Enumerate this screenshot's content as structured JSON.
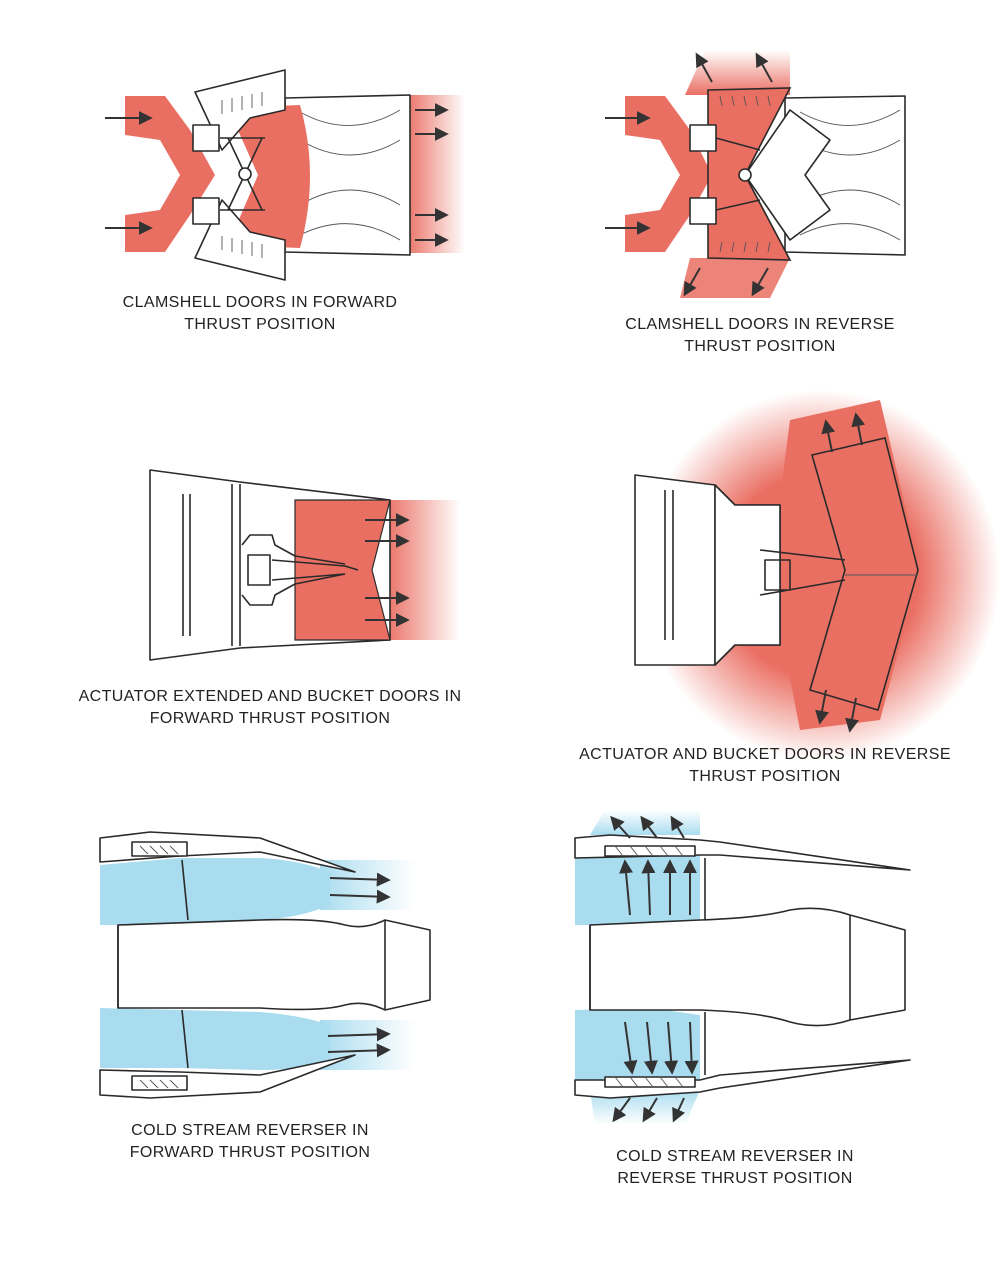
{
  "colors": {
    "hot_gas": "#ea6f63",
    "cold_stream": "#a9dcef",
    "outline": "#2a2a2a",
    "arrow": "#333333"
  },
  "panels": [
    {
      "id": "clamshell-forward",
      "caption_lines": [
        "CLAMSHELL DOORS IN FORWARD",
        "THRUST POSITION"
      ]
    },
    {
      "id": "clamshell-reverse",
      "caption_lines": [
        "CLAMSHELL DOORS IN REVERSE",
        "THRUST POSITION"
      ]
    },
    {
      "id": "bucket-forward",
      "caption_lines": [
        "ACTUATOR EXTENDED AND BUCKET DOORS IN",
        "FORWARD THRUST POSITION"
      ]
    },
    {
      "id": "bucket-reverse",
      "caption_lines": [
        "ACTUATOR AND BUCKET DOORS IN REVERSE",
        "THRUST POSITION"
      ]
    },
    {
      "id": "coldstream-forward",
      "caption_lines": [
        "COLD STREAM REVERSER IN",
        "FORWARD THRUST POSITION"
      ]
    },
    {
      "id": "coldstream-reverse",
      "caption_lines": [
        "COLD STREAM REVERSER IN",
        "REVERSE THRUST POSITION"
      ]
    }
  ]
}
